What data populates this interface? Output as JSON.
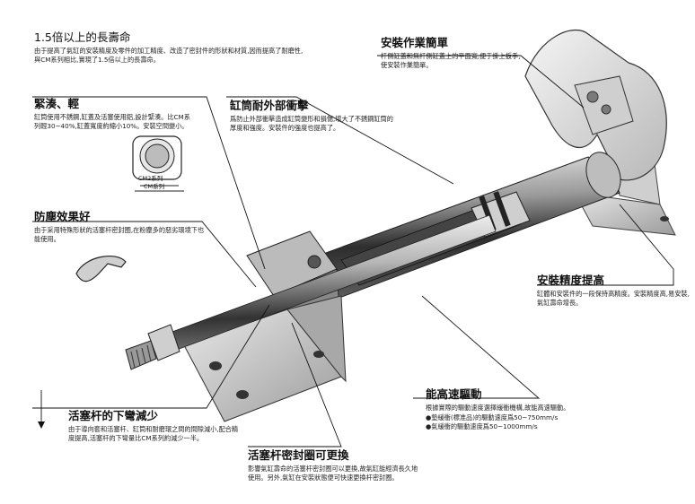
{
  "callouts": {
    "life": {
      "title": "1.5倍以上的長壽命",
      "body": "由于提高了氣缸的安裝精度及零件的加工精度、改造了密封件的形狀和材質,因而提高了耐磨性,與CM系列相比,實現了1.5倍以上的長壽命。"
    },
    "compact": {
      "title": "緊湊、輕",
      "body": "缸筒使用不銹鋼,缸蓋及活塞使用鋁,設計緊湊。比CM系列輕30~40%,缸蓋寬度約縮小10%。安裝空間變小。"
    },
    "dust": {
      "title": "防塵效果好",
      "body": "由于采用特殊形狀的活塞杆密封圈,在粉塵多的惡劣環境下也能使用。"
    },
    "rod": {
      "title": "活塞杆的下彎減少",
      "body": "由于導向套和活塞杆、缸筒和耐磨環之間的間隙減小,配合精度提高,活塞杆的下彎量比CM系列約減少一半。"
    },
    "install_easy": {
      "title": "安裝作業簡單",
      "body": "杆側缸蓋和無杆側缸蓋上的平面寬,便于掛上扳手,使安裝作業簡單。"
    },
    "impact": {
      "title": "缸筒耐外部衝擊",
      "body": "爲防止外部衝擊造成缸筒變形和損傷,增大了不銹鋼缸筒的厚度和強度。安裝件的強度也提高了。"
    },
    "accuracy": {
      "title": "安裝精度提高",
      "body": "缸體和安裝件的一段保持高精度。安裝精度高,易安裝,氣缸壽命增長。"
    },
    "speed": {
      "title": "能高速驅動",
      "body": "根據實際的驅動速度選擇緩衝機構,故能高速驅動。",
      "bullets": [
        "●墊緩衝(標准品)的驅動速度爲50~750mm/s",
        "●氣緩衝的驅動速度爲50~1000mm/s"
      ]
    },
    "seal": {
      "title": "活塞杆密封圈可更換",
      "body": "影響氣缸壽命的活塞杆密封圈可以更換,故氣缸能經濟長久地使用。另外,氣缸在安裝狀態便可快速更換杆密封圈。"
    }
  },
  "inset": {
    "label_cm2": "CM2系列",
    "label_cm": "CM系列"
  },
  "colors": {
    "steel_dark": "#3a3a3a",
    "steel_mid": "#8a8a8a",
    "steel_light": "#d9d9d9",
    "text": "#111111"
  }
}
